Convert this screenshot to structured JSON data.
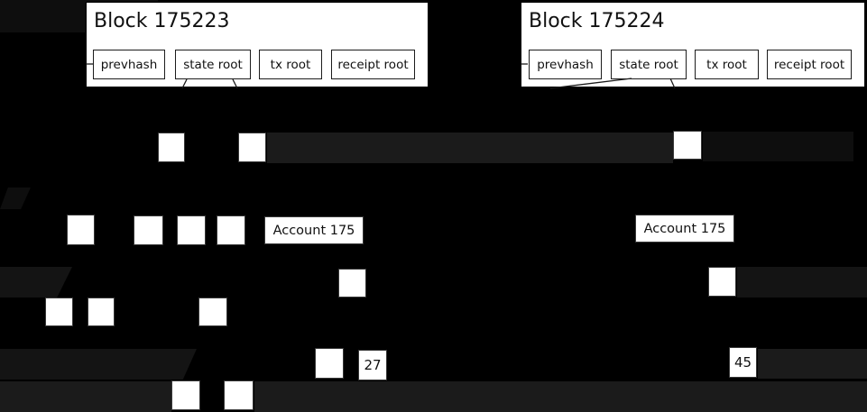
{
  "blocks": {
    "left": {
      "title": "Block 175223",
      "prevhash": "prevhash",
      "state_root": "state root",
      "tx_root": "tx root",
      "receipt_root": "receipt root"
    },
    "right": {
      "title": "Block 175224",
      "prevhash": "prevhash",
      "state_root": "state root",
      "tx_root": "tx root",
      "receipt_root": "receipt root"
    }
  },
  "accounts": {
    "left": "Account 175",
    "right": "Account 175"
  },
  "values": {
    "left": "27",
    "right": "45"
  },
  "colors": {
    "background": "#000000",
    "node_fill": "#ffffff",
    "node_border": "#383838",
    "block_border": "#000000",
    "field_border": "#1c1c1c",
    "line": "#1a1a1a",
    "text": "#111111",
    "band_dark": "#0e0e0e",
    "band_mid": "#141414",
    "band_light": "#1b1b1b"
  }
}
